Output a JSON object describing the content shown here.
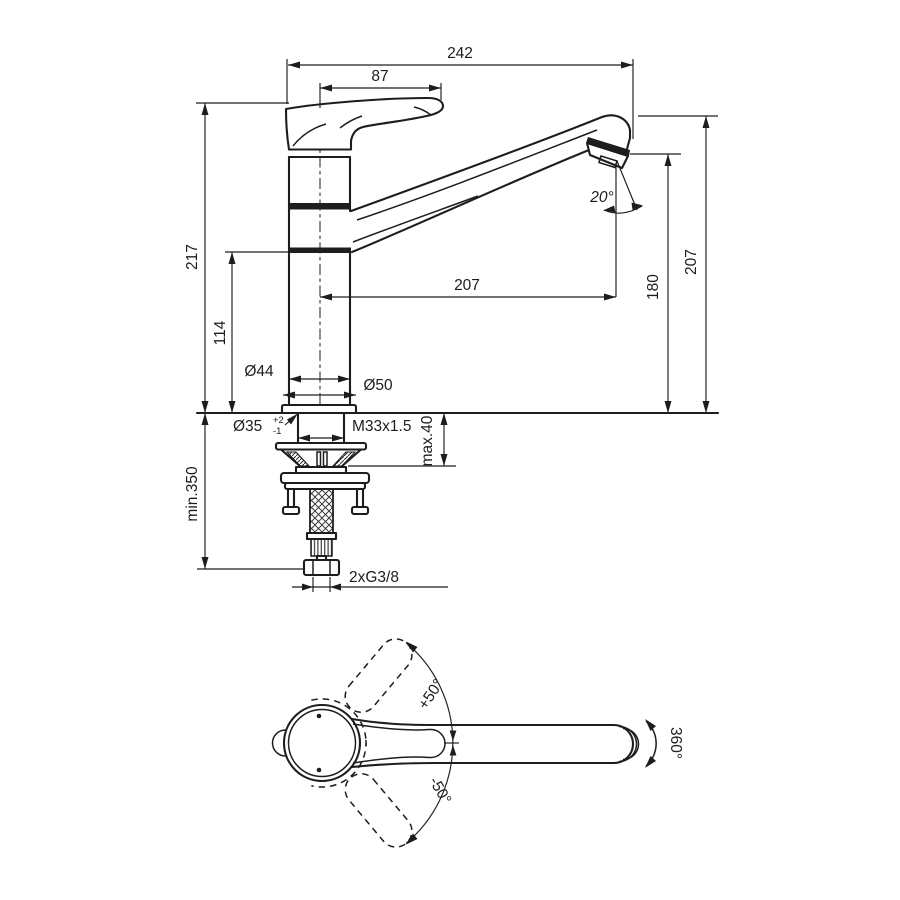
{
  "meta": {
    "description": "Technical dimension drawing of a single-lever kitchen sink mixer tap, side elevation with installation detail and top view of handle swing",
    "colors": {
      "line": "#1d1d1b",
      "background": "#ffffff"
    }
  },
  "side_view": {
    "dimensions": {
      "overall_width": "242",
      "handle_projection": "87",
      "overall_height": "217",
      "spout_underside_height": "114",
      "spout_reach": "207",
      "outlet_height": "180",
      "spout_top_height": "207",
      "outlet_angle": "20°",
      "body_diameter": "Ø44",
      "base_diameter": "Ø50",
      "hole_diameter": "Ø35",
      "hole_tolerance_plus": "+2",
      "hole_tolerance_minus": "-1",
      "shank_thread": "M33x1.5",
      "max_deck_thickness": "max.40",
      "min_clearance_below": "min.350",
      "supply_connection": "2xG3/8"
    }
  },
  "top_view": {
    "handle_swing_plus": "+50°",
    "handle_swing_minus": "-50°",
    "spout_rotation": "360°"
  }
}
